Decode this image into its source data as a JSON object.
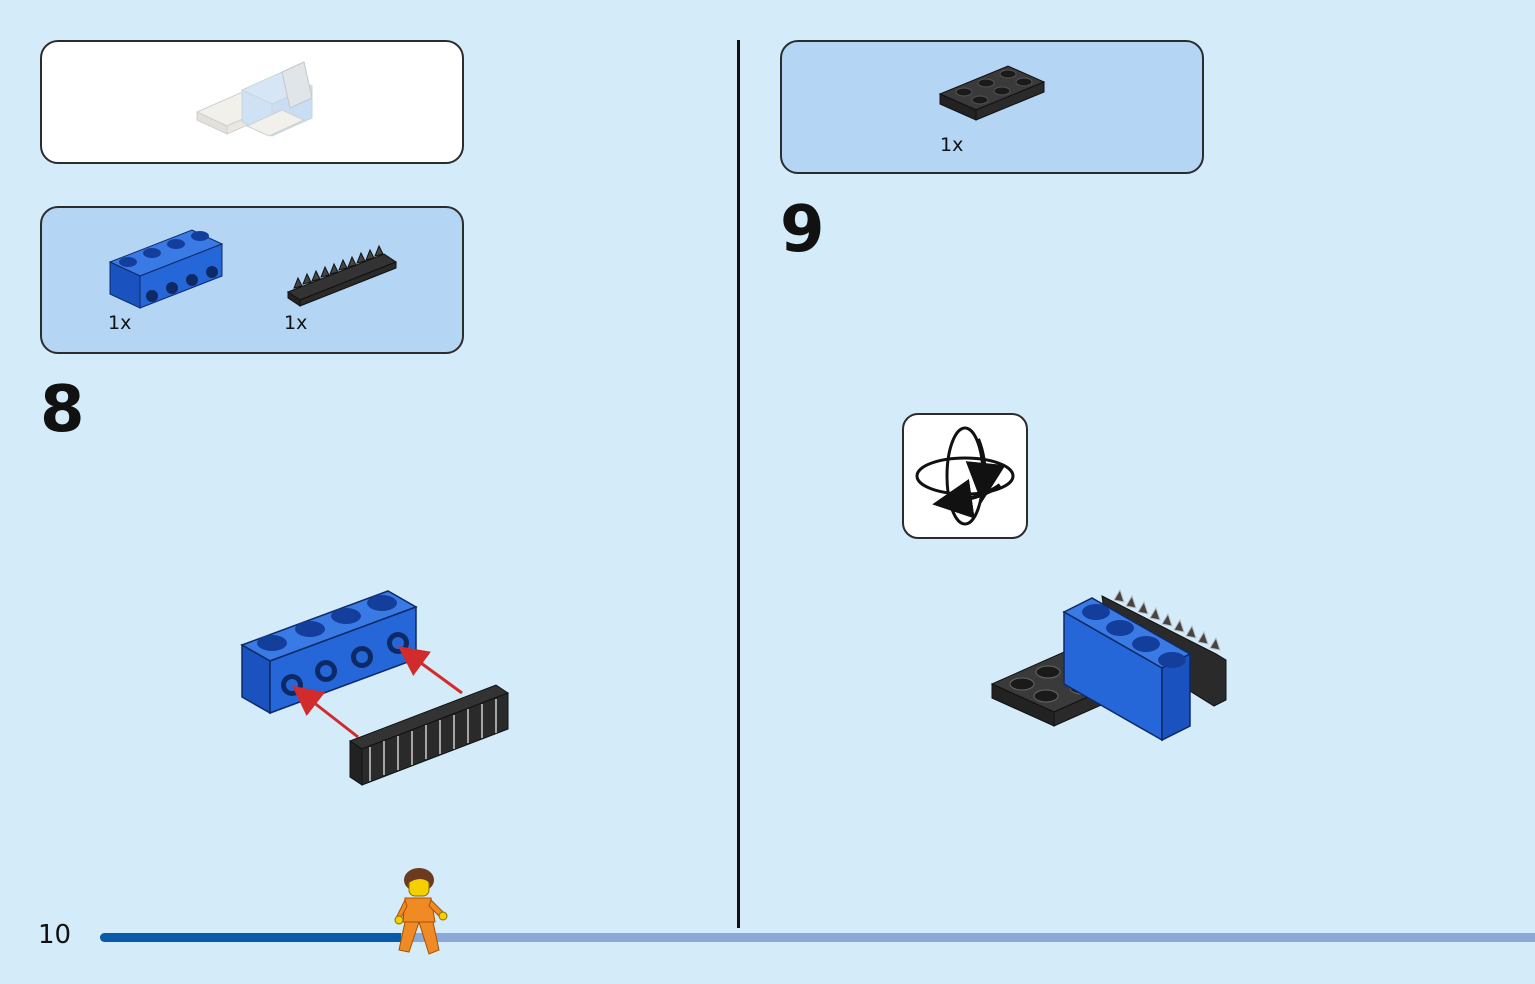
{
  "page": {
    "number": "10"
  },
  "steps": [
    {
      "number": "8",
      "parts": [
        {
          "qty": "1x"
        },
        {
          "qty": "1x"
        }
      ]
    },
    {
      "number": "9",
      "parts": [
        {
          "qty": "1x"
        }
      ]
    }
  ],
  "colors": {
    "background": "#d4ebfa",
    "parts_panel": "#b4d6f4",
    "brick_blue": "#1f5fd0",
    "brick_black": "#2b2b2b",
    "arrow_red": "#d22b2b",
    "progress_done": "#0a5aa8",
    "progress_remaining": "#8aa8d8"
  },
  "progress": {
    "fraction": 0.21
  },
  "icons": [
    "rotate-model-icon",
    "minifigure-icon"
  ]
}
